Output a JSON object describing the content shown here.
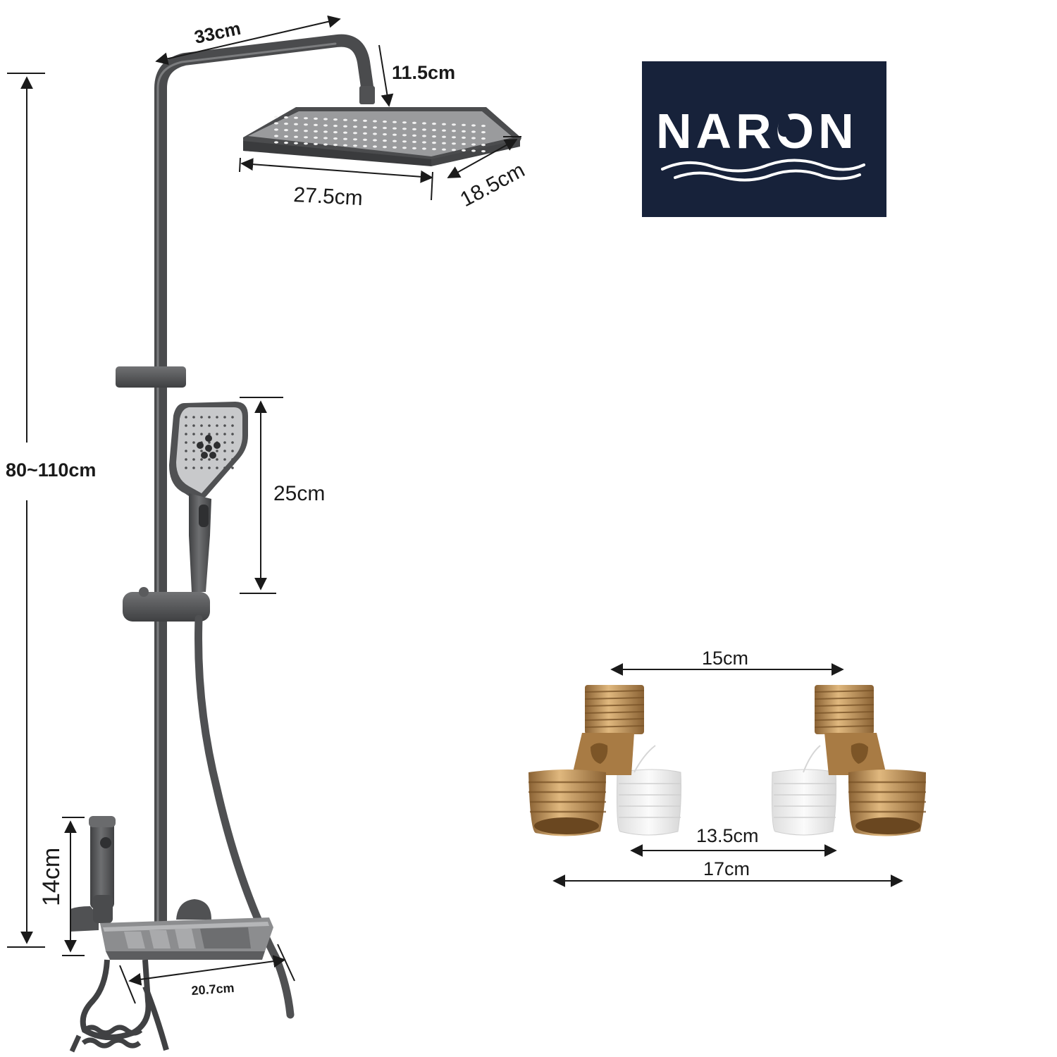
{
  "brand": {
    "name": "NARON",
    "bg_color": "#17223a",
    "text_color": "#ffffff"
  },
  "dimensions": {
    "top_arm": "33cm",
    "arm_drop": "11.5cm",
    "head_width": "27.5cm",
    "head_depth": "18.5cm",
    "height_range": "80~110cm",
    "hand_shower": "25cm",
    "bidet_height": "14cm",
    "mixer_width": "20.7cm",
    "connector_top": "15cm",
    "connector_mid": "13.5cm",
    "connector_bottom": "17cm"
  },
  "colors": {
    "metal": "#5b5c5e",
    "metal_dark": "#3f4042",
    "metal_light": "#8a8b8d",
    "brass": "#c49a62",
    "brass_dark": "#8a6234",
    "clear_plastic": "#eeeeee"
  },
  "icons": {
    "water_drop": "water-drop-icon",
    "waves": "waves-icon"
  }
}
